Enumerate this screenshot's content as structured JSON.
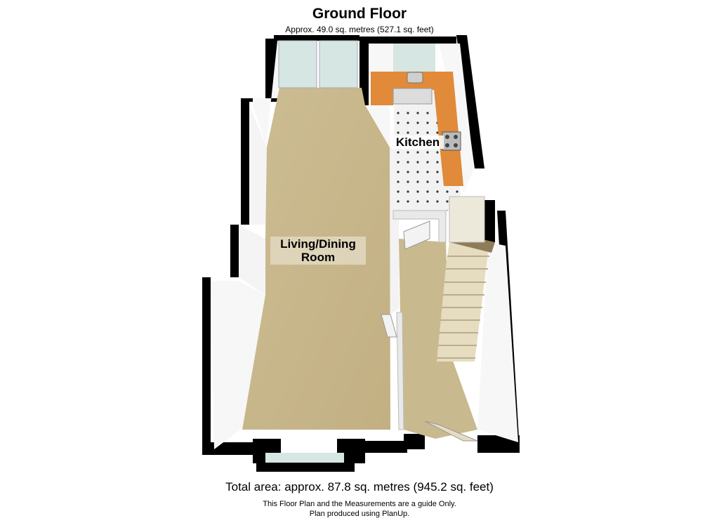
{
  "header": {
    "title": "Ground Floor",
    "subtitle": "Approx. 49.0 sq. metres (527.1 sq. feet)"
  },
  "rooms": {
    "living_dining": "Living/Dining\nRoom",
    "kitchen": "Kitchen"
  },
  "footer": {
    "total_area": "Total area: approx. 87.8 sq. metres (945.2 sq. feet)",
    "disclaimer_line1": "This Floor Plan and the Measurements are a guide Only.",
    "disclaimer_line2": "Plan produced using PlanUp."
  },
  "colors": {
    "wall": "#000000",
    "wall_face": "#f7f7f7",
    "carpet": "#c8b78a",
    "worktop": "#e08a3a",
    "tile_floor": "#eeeeee",
    "stairs": "#e6dcc0",
    "glass": "#d6e6e2"
  }
}
